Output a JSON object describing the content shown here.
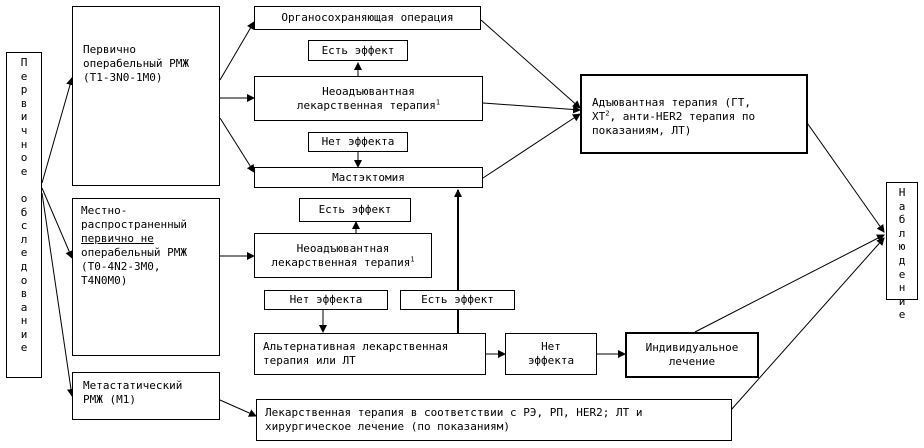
{
  "left_panel": {
    "text": "Первичное обследование"
  },
  "right_panel": {
    "text": "Наблюдение"
  },
  "categories": {
    "primary_operable": {
      "line1": "Первично",
      "line2": "операбельный РМЖ",
      "line3": "(T1-3N0-1M0)"
    },
    "locally_advanced": {
      "line1": "Местно-",
      "line2": "распространенный",
      "line3": "первично не",
      "line4": "операбельный РМЖ",
      "line5": "(T0-4N2-3M0,",
      "line6": "T4N0M0)"
    },
    "metastatic": {
      "line1": "Метастатический",
      "line2": "РМЖ (M1)"
    }
  },
  "nodes": {
    "organ_preserving": "Органосохраняющая операция",
    "effect_yes_top": "Есть эффект",
    "neoadjuvant_top": {
      "line1": "Неоадъювантная",
      "line2": "лекарственная терапия",
      "sup": "1"
    },
    "no_effect_top": "Нет эффекта",
    "mastectomy": "Мастэктомия",
    "effect_yes_mid": "Есть эффект",
    "neoadjuvant_mid": {
      "line1": "Неоадъювантная",
      "line2": "лекарственная терапия",
      "sup": "1"
    },
    "no_effect_mid": "Нет эффекта",
    "effect_yes_right": "Есть эффект",
    "alternative": {
      "line1": "Альтернативная лекарственная",
      "line2": "терапия или ЛТ"
    },
    "no_effect_alt": {
      "line1": "Нет",
      "line2": "эффекта"
    },
    "individual": {
      "line1": "Индивидуальное",
      "line2": "лечение"
    },
    "adjuvant": {
      "line1": "Адъювантная терапия (ГТ,",
      "line2a": "ХТ",
      "sup": "2",
      "line2b": ", анти-HER2 терапия по",
      "line3": "показаниям, ЛТ)"
    },
    "metastatic_treatment": {
      "line1": "Лекарственная терапия в соответствии с РЭ, РП, HER2; ЛТ и",
      "line2": "хирургическое лечение (по показаниям)"
    }
  }
}
